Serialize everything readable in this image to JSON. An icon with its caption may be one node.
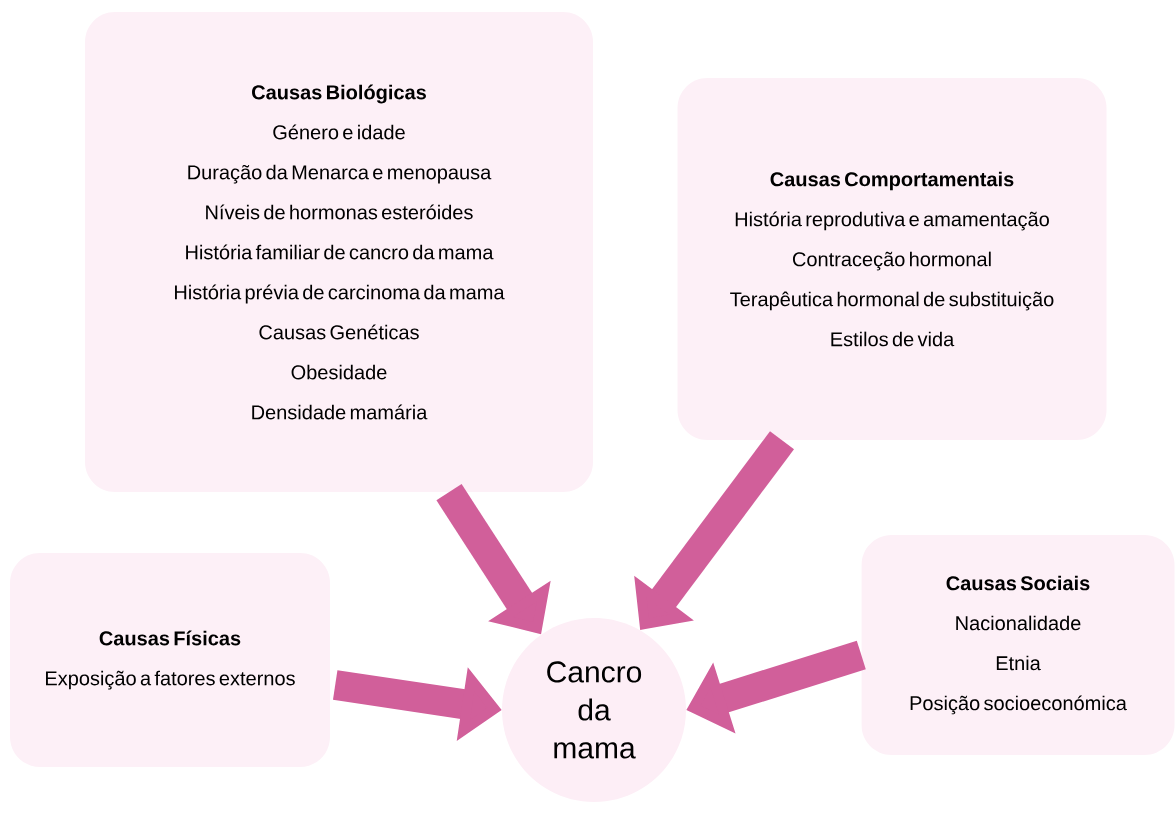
{
  "diagram": {
    "nodes": [
      {
        "text": [
          "Causas Biológicas",
          "Género e idade",
          "Duração da Menarca e menopausa",
          "Níveis de hormonas esteróides",
          "História familiar de cancro da mama",
          "História prévia de carcinoma da mama",
          "Causas Genéticas",
          "Obesidade",
          "Densidade mamária"
        ]
      },
      {
        "text": [
          "Causas Comportamentais",
          "História reprodutiva e amamentação",
          "Contraceção hormonal",
          "Terapêutica hormonal de substituição",
          "Estilos de vida"
        ]
      },
      {
        "text": [
          "Causas Físicas",
          "Exposição a fatores externos"
        ]
      },
      {
        "text": [
          "Causas Sociais",
          "Nacionalidade",
          "Etnia",
          "Posição socioeconómica"
        ]
      },
      {
        "text": [
          "Cancro da mama"
        ]
      }
    ],
    "edges": [
      {
        "from": 0,
        "to": 4,
        "arrow": "to"
      },
      {
        "from": 1,
        "to": 4,
        "arrow": "to"
      },
      {
        "from": 2,
        "to": 4,
        "arrow": "to"
      },
      {
        "from": 3,
        "to": 4,
        "arrow": "to"
      }
    ]
  }
}
